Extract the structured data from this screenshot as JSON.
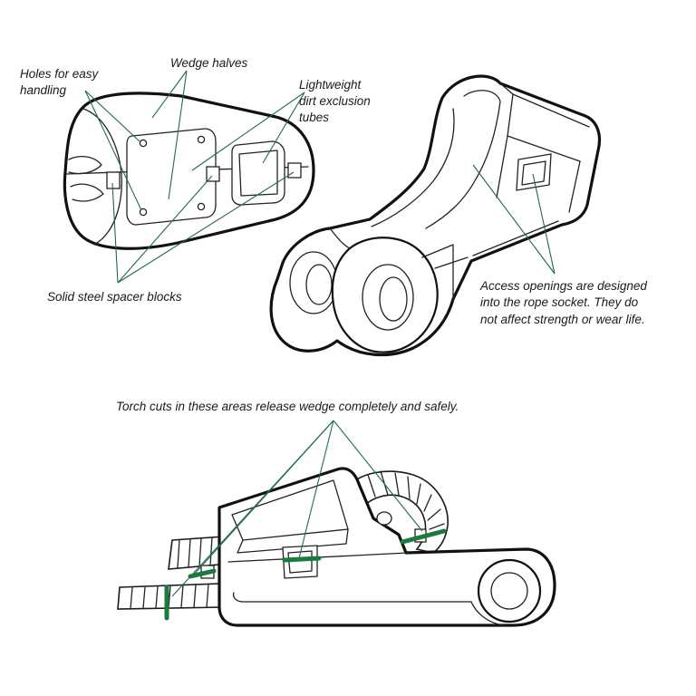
{
  "labels": {
    "holes": [
      "Holes for easy",
      "handling"
    ],
    "wedge_halves": "Wedge halves",
    "dirt_tubes": [
      "Lightweight",
      "dirt exclusion",
      "tubes"
    ],
    "spacer_blocks": "Solid steel spacer blocks",
    "access_openings": [
      "Access openings are designed",
      "into the rope socket. They do",
      "not affect strength or wear life."
    ],
    "torch_cuts": "Torch cuts in these areas release wedge completely and safely."
  },
  "colors": {
    "leader": "#1f6b4a",
    "cut_mark": "#1b7a3e",
    "outline": "#111111",
    "background": "#ffffff"
  }
}
